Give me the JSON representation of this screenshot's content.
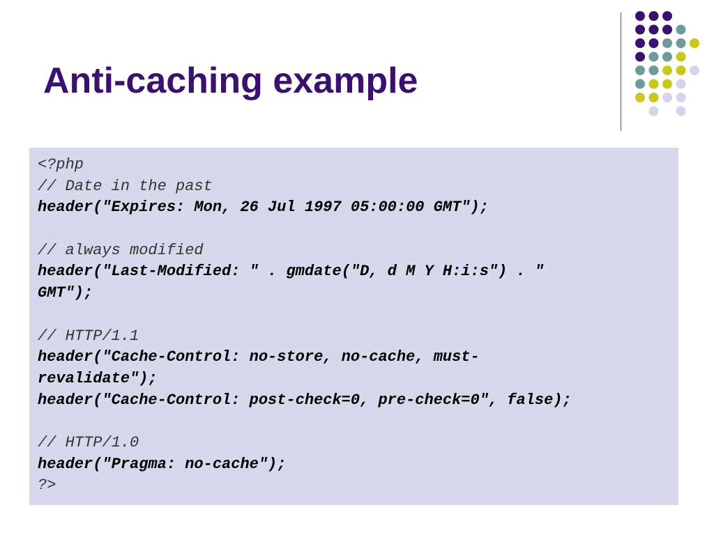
{
  "slide": {
    "title": "Anti-caching example"
  },
  "colors": {
    "title": "#3b1170",
    "purple": "#3b1170",
    "teal": "#6e9a9a",
    "yellow": "#c8c81e",
    "lavender": "#d4d4ea",
    "code_background": "#d8d8ec"
  },
  "decoration": {
    "dot_grid": [
      [
        "purple",
        "purple",
        "purple",
        "",
        ""
      ],
      [
        "purple",
        "purple",
        "purple",
        "teal",
        ""
      ],
      [
        "purple",
        "purple",
        "teal",
        "teal",
        "yellow"
      ],
      [
        "purple",
        "teal",
        "teal",
        "yellow",
        ""
      ],
      [
        "teal",
        "teal",
        "yellow",
        "yellow",
        "lavender"
      ],
      [
        "teal",
        "yellow",
        "yellow",
        "lavender",
        ""
      ],
      [
        "yellow",
        "yellow",
        "lavender",
        "lavender",
        ""
      ],
      [
        "",
        "lavender",
        "",
        "lavender",
        ""
      ]
    ]
  },
  "code_lines": [
    {
      "type": "comment",
      "text": "<?php"
    },
    {
      "type": "comment",
      "text": "// Date in the past"
    },
    {
      "type": "code",
      "text": "header(\"Expires: Mon, 26 Jul 1997 05:00:00 GMT\");"
    },
    {
      "type": "blank",
      "text": ""
    },
    {
      "type": "comment",
      "text": "// always modified"
    },
    {
      "type": "code",
      "text": "header(\"Last-Modified: \" . gmdate(\"D, d M Y H:i:s\") . \""
    },
    {
      "type": "code",
      "text": "GMT\");"
    },
    {
      "type": "blank",
      "text": ""
    },
    {
      "type": "comment",
      "text": "// HTTP/1.1"
    },
    {
      "type": "code",
      "text": "header(\"Cache-Control: no-store, no-cache, must-"
    },
    {
      "type": "code",
      "text": "revalidate\");"
    },
    {
      "type": "code",
      "text": "header(\"Cache-Control: post-check=0, pre-check=0\", false);"
    },
    {
      "type": "blank",
      "text": ""
    },
    {
      "type": "comment",
      "text": "// HTTP/1.0"
    },
    {
      "type": "code",
      "text": "header(\"Pragma: no-cache\");"
    },
    {
      "type": "comment",
      "text": "?>"
    }
  ]
}
